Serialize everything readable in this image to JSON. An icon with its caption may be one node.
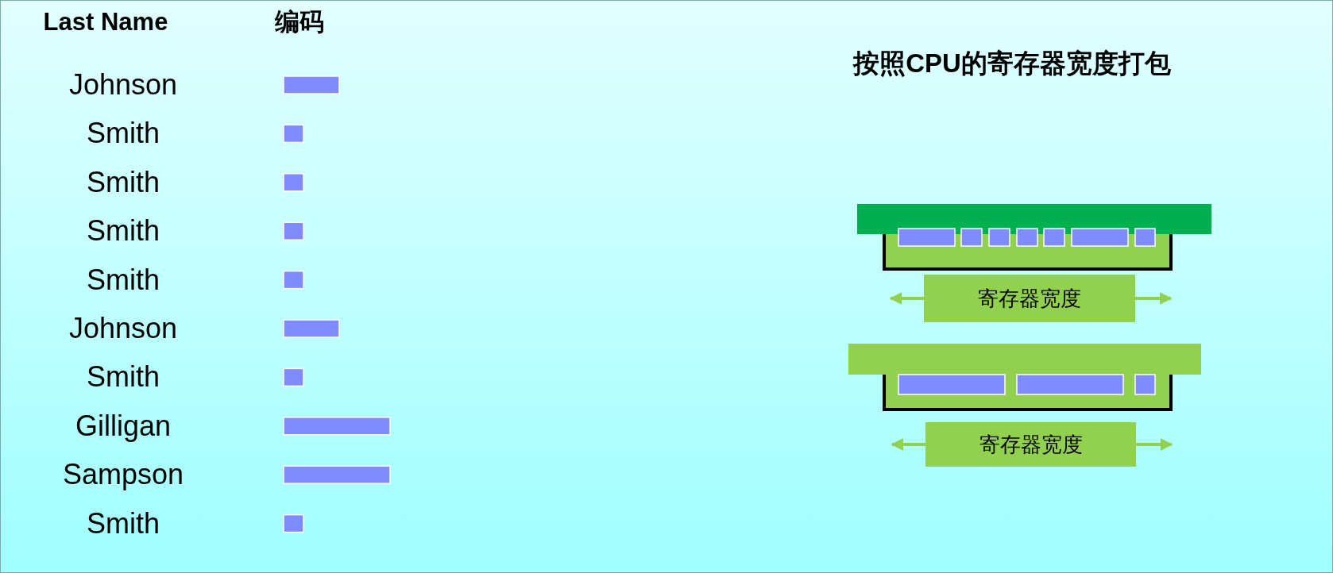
{
  "diagram": {
    "title": "按照CPU的寄存器宽度打包",
    "nodes": [
      {
        "text": [
          "寄存器宽度"
        ]
      },
      {
        "text": [
          "寄存器宽度"
        ]
      }
    ],
    "labels": [
      "Last Name",
      "编码",
      "Johnson",
      "Smith",
      "Smith",
      "Smith",
      "Smith",
      "Johnson",
      "Smith",
      "Gilligan",
      "Sampson",
      "Smith"
    ]
  }
}
